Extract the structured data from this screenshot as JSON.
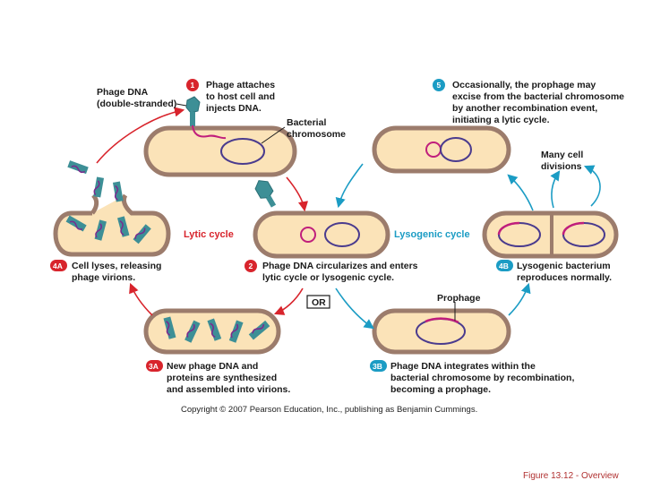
{
  "labels": {
    "phage_dna": [
      "Phage DNA",
      "(double-stranded)"
    ],
    "bacterial_chromosome": [
      "Bacterial",
      "chromosome"
    ],
    "lytic_cycle": "Lytic cycle",
    "lysogenic_cycle": "Lysogenic cycle",
    "prophage": "Prophage",
    "or": "OR",
    "many_cell_divisions": [
      "Many cell",
      "divisions"
    ]
  },
  "steps": [
    {
      "num": "1",
      "text": [
        "Phage attaches",
        "to host cell and",
        "injects DNA."
      ]
    },
    {
      "num": "2",
      "text": [
        "Phage DNA circularizes and enters",
        "lytic cycle or lysogenic cycle."
      ]
    },
    {
      "num": "3A",
      "text": [
        "New phage DNA and",
        "proteins are synthesized",
        "and assembled into virions."
      ]
    },
    {
      "num": "4A",
      "text": [
        "Cell lyses, releasing",
        "phage virions."
      ]
    },
    {
      "num": "3B",
      "text": [
        "Phage DNA integrates within the",
        "bacterial chromosome by recombination,",
        "becoming a prophage."
      ]
    },
    {
      "num": "4B",
      "text": [
        "Lysogenic bacterium",
        "reproduces normally."
      ]
    },
    {
      "num": "5",
      "text": [
        "Occasionally, the prophage may",
        "excise from the bacterial chromosome",
        "by another recombination event,",
        "initiating a lytic cycle."
      ]
    }
  ],
  "copyright": "Copyright © 2007 Pearson Education, Inc., publishing as Benjamin Cummings.",
  "figure_caption": "Figure 13.12 - Overview",
  "colors": {
    "lytic": "#d8242c",
    "lysogenic": "#1b9cc4",
    "cell_fill": "#fbe3b8",
    "cell_wall": "#9c7c6c",
    "chromosome": "#4a3b8e",
    "phage_dna": "#c01e7c",
    "phage": "#3d8f96"
  }
}
